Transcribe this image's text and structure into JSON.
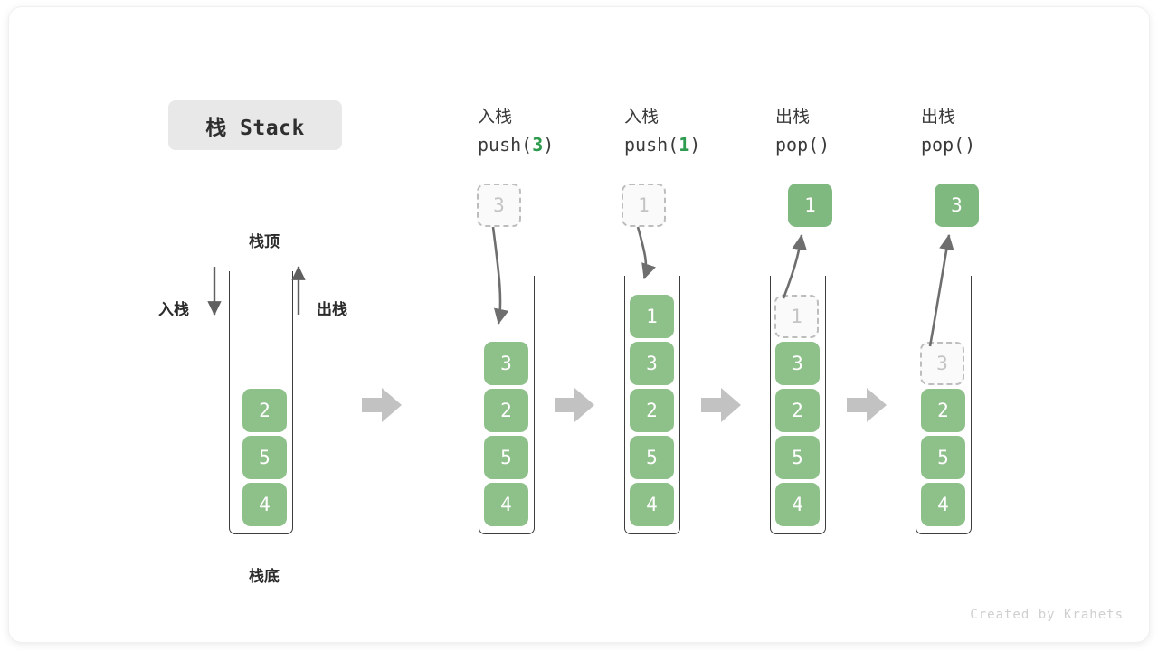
{
  "diagram": {
    "title_chip": "栈 Stack",
    "top_label": "栈顶",
    "bottom_label": "栈底",
    "push_arrow_label": "入栈",
    "pop_arrow_label": "出栈",
    "watermark": "Created by Krahets",
    "colors": {
      "cell_fill": "#8ec08a",
      "cell_text": "#ffffff",
      "ghost_fill": "#fafafa",
      "ghost_text": "#c4c4c4",
      "ghost_border": "#bdbdbd",
      "wall": "#3d3d3d",
      "arrow": "#6e6e6e",
      "connector": "#c2c2c2",
      "accent_green": "#2e9b4f",
      "chip_bg": "#e8e8e8",
      "watermark": "#cfcfcf"
    },
    "columns": [
      {
        "id": "initial",
        "head_cjk": "",
        "head_code": "",
        "floating": null,
        "stack": [
          "2",
          "5",
          "4"
        ],
        "ghost_index": -1
      },
      {
        "id": "push-3",
        "head_cjk": "入栈",
        "head_code_prefix": "push(",
        "head_code_arg": "3",
        "head_code_suffix": ")",
        "floating": "3",
        "floating_kind": "ghost",
        "stack": [
          "3",
          "2",
          "5",
          "4"
        ],
        "ghost_index": -1
      },
      {
        "id": "push-1",
        "head_cjk": "入栈",
        "head_code_prefix": "push(",
        "head_code_arg": "1",
        "head_code_suffix": ")",
        "floating": "1",
        "floating_kind": "ghost",
        "stack": [
          "1",
          "3",
          "2",
          "5",
          "4"
        ],
        "ghost_index": -1
      },
      {
        "id": "pop-1",
        "head_cjk": "出栈",
        "head_code_prefix": "pop(",
        "head_code_arg": "",
        "head_code_suffix": ")",
        "floating": "1",
        "floating_kind": "solid",
        "stack": [
          "1",
          "3",
          "2",
          "5",
          "4"
        ],
        "ghost_index": 0
      },
      {
        "id": "pop-3",
        "head_cjk": "出栈",
        "head_code_prefix": "pop(",
        "head_code_arg": "",
        "head_code_suffix": ")",
        "floating": "3",
        "floating_kind": "solid",
        "stack": [
          "3",
          "2",
          "5",
          "4"
        ],
        "ghost_index": 0
      }
    ]
  }
}
